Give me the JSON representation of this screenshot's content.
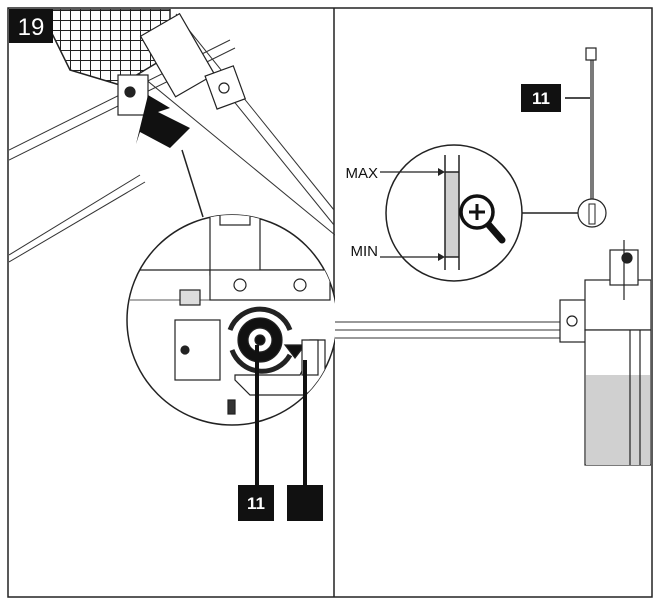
{
  "step": {
    "number": "19"
  },
  "callouts": {
    "left_part": "11",
    "left_blank": "",
    "right_part": "11"
  },
  "gauge": {
    "max_label": "MAX",
    "min_label": "MIN"
  },
  "colors": {
    "line": "#222222",
    "label_bg": "#111111",
    "fluid": "#d0d0d0"
  },
  "icons": {
    "arrow": "direction-arrow-icon",
    "zoom": "magnifier-plus-icon"
  }
}
